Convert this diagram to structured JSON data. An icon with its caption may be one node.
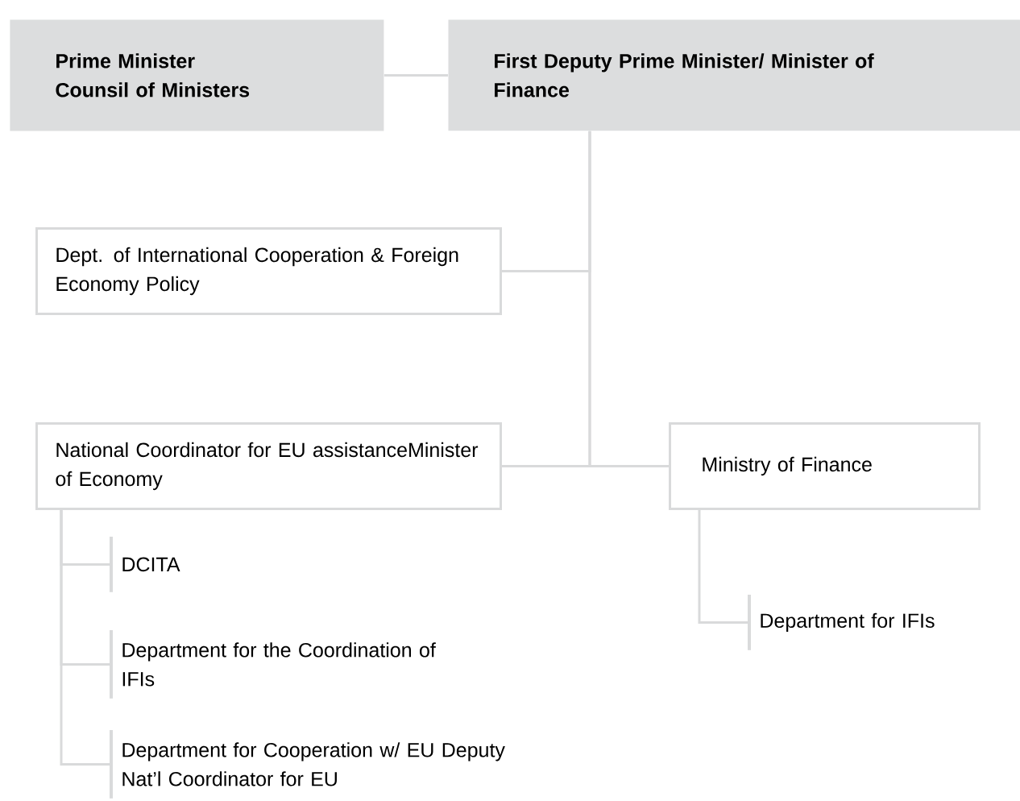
{
  "diagram": {
    "nodes": [
      {
        "text": [
          "Prime Minister",
          "Counsil of Ministers"
        ]
      },
      {
        "text": [
          "First Deputy Prime Minister/ Minister of Finance"
        ]
      },
      {
        "text": [
          "Dept. of International Cooperation & Foreign Economy Policy"
        ]
      },
      {
        "text": [
          "National Coordinator for EU assistanceMinister of Economy"
        ]
      },
      {
        "text": [
          "Ministry of Finance"
        ]
      },
      {
        "text": [
          "DCITA"
        ]
      },
      {
        "text": [
          "Department for the Coordination of IFIs"
        ]
      },
      {
        "text": [
          "Department for Cooperation w/ EU Deputy Nat’l Coordinator for EU"
        ]
      },
      {
        "text": [
          "Department for IFIs"
        ]
      }
    ],
    "edges": [
      {
        "from": 0,
        "to": 1,
        "arrow": "none"
      },
      {
        "from": 1,
        "to": 2,
        "arrow": "none"
      },
      {
        "from": 1,
        "to": 3,
        "arrow": "none"
      },
      {
        "from": 1,
        "to": 4,
        "arrow": "none"
      },
      {
        "from": 3,
        "to": 5,
        "arrow": "none"
      },
      {
        "from": 3,
        "to": 6,
        "arrow": "none"
      },
      {
        "from": 3,
        "to": 7,
        "arrow": "none"
      },
      {
        "from": 4,
        "to": 8,
        "arrow": "none"
      }
    ]
  }
}
